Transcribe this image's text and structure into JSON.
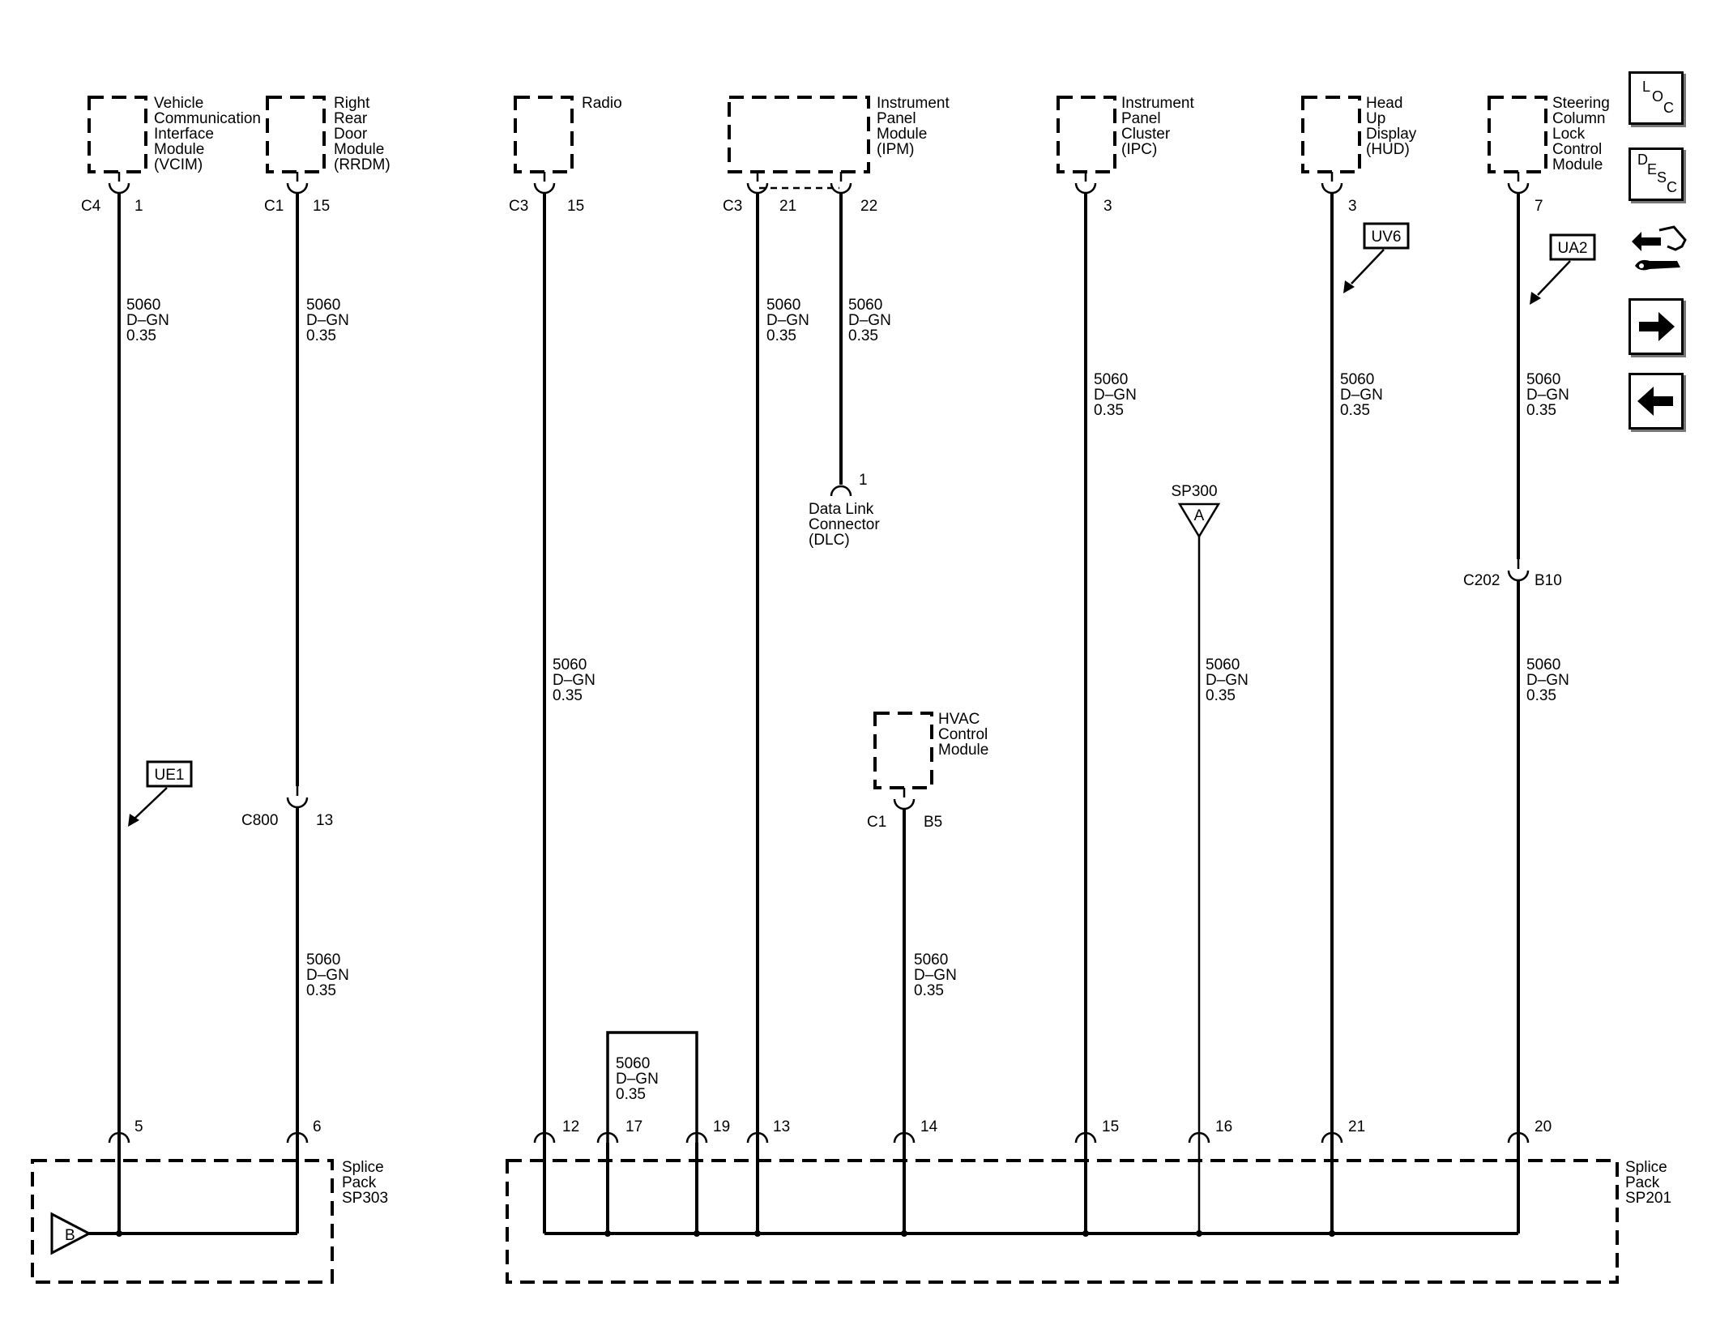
{
  "modules": [
    {
      "id": "vcim",
      "lines": [
        "Vehicle",
        "Communication",
        "Interface",
        "Module",
        "(VCIM)"
      ]
    },
    {
      "id": "rrdm",
      "lines": [
        "Right",
        "Rear",
        "Door",
        "Module",
        "(RRDM)"
      ]
    },
    {
      "id": "radio",
      "lines": [
        "Radio"
      ]
    },
    {
      "id": "ipm",
      "lines": [
        "Instrument",
        "Panel",
        "Module",
        "(IPM)"
      ]
    },
    {
      "id": "ipc",
      "lines": [
        "Instrument",
        "Panel",
        "Cluster",
        "(IPC)"
      ]
    },
    {
      "id": "hud",
      "lines": [
        "Head",
        "Up",
        "Display",
        "(HUD)"
      ]
    },
    {
      "id": "sclcm",
      "lines": [
        "Steering",
        "Column",
        "Lock",
        "Control",
        "Module"
      ]
    },
    {
      "id": "hvac",
      "lines": [
        "HVAC",
        "Control",
        "Module"
      ]
    },
    {
      "id": "dlc",
      "lines": [
        "Data Link",
        "Connector",
        "(DLC)"
      ]
    }
  ],
  "connectors": {
    "vcim_conn": "C4",
    "vcim_pin": "1",
    "rrdm_conn": "C1",
    "rrdm_pin": "15",
    "radio_conn": "C3",
    "radio_pin": "15",
    "ipm_conn": "C3",
    "ipm_pin_a": "21",
    "ipm_pin_b": "22",
    "ipc_pin": "3",
    "hud_pin": "3",
    "sclcm_pin": "7",
    "dlc_pin": "1",
    "c800": "C800",
    "c800_pin": "13",
    "hvac_conn": "C1",
    "hvac_pin": "B5",
    "c202": "C202",
    "c202_pin": "B10"
  },
  "wire_spec": {
    "circuit": "5060",
    "color": "D–GN",
    "gauge": "0.35"
  },
  "options": {
    "ue1": "UE1",
    "uv6": "UV6",
    "ua2": "UA2"
  },
  "splice_ref": {
    "sp300": "SP300",
    "a": "A",
    "b": "B"
  },
  "splice_packs": [
    {
      "id": "sp303",
      "lines": [
        "Splice",
        "Pack",
        "SP303"
      ],
      "pins": [
        "5",
        "6"
      ]
    },
    {
      "id": "sp201",
      "lines": [
        "Splice",
        "Pack",
        "SP201"
      ],
      "pins": [
        "12",
        "17",
        "19",
        "13",
        "14",
        "15",
        "16",
        "21",
        "20"
      ]
    }
  ],
  "side_buttons": {
    "loc": [
      "L",
      "O",
      "C"
    ],
    "desc": [
      "D",
      "E",
      "S",
      "C"
    ]
  }
}
